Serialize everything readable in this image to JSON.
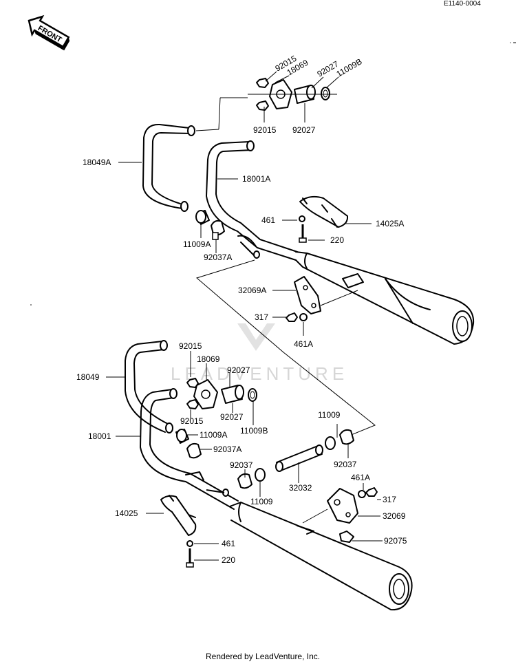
{
  "header": {
    "diagram_code": "E1140-0004"
  },
  "front_badge": "FRONT",
  "watermark": "LEADVENTURE",
  "footer": {
    "credit": "Rendered by LeadVenture, Inc."
  },
  "callouts": {
    "c92015_top1": "92015",
    "c18069_top": "18069",
    "c92027_top1": "92027",
    "c11009B_top": "11009B",
    "c92015_top2": "92015",
    "c92027_top2": "92027",
    "c18049A": "18049A",
    "c18001A": "18001A",
    "c461_top": "461",
    "c14025A": "14025A",
    "c220_top": "220",
    "c11009A_top": "11009A",
    "c92037A_top": "92037A",
    "c32069A": "32069A",
    "c317_top": "317",
    "c461A_top": "461A",
    "c92015_b1": "92015",
    "c18069_b": "18069",
    "c92027_b1": "92027",
    "c18049": "18049",
    "c92015_b2": "92015",
    "c92027_b2": "92027",
    "c11009B_b": "11009B",
    "c18001": "18001",
    "c11009A_b": "11009A",
    "c92037A_b": "92037A",
    "c11009_r": "11009",
    "c92037_r": "92037",
    "c92037_m": "92037",
    "c11009_m": "11009",
    "c32032": "32032",
    "c461A_b": "461A",
    "c317_b": "317",
    "c32069": "32069",
    "c92075": "92075",
    "c14025": "14025",
    "c461_b": "461",
    "c220_b": "220"
  }
}
